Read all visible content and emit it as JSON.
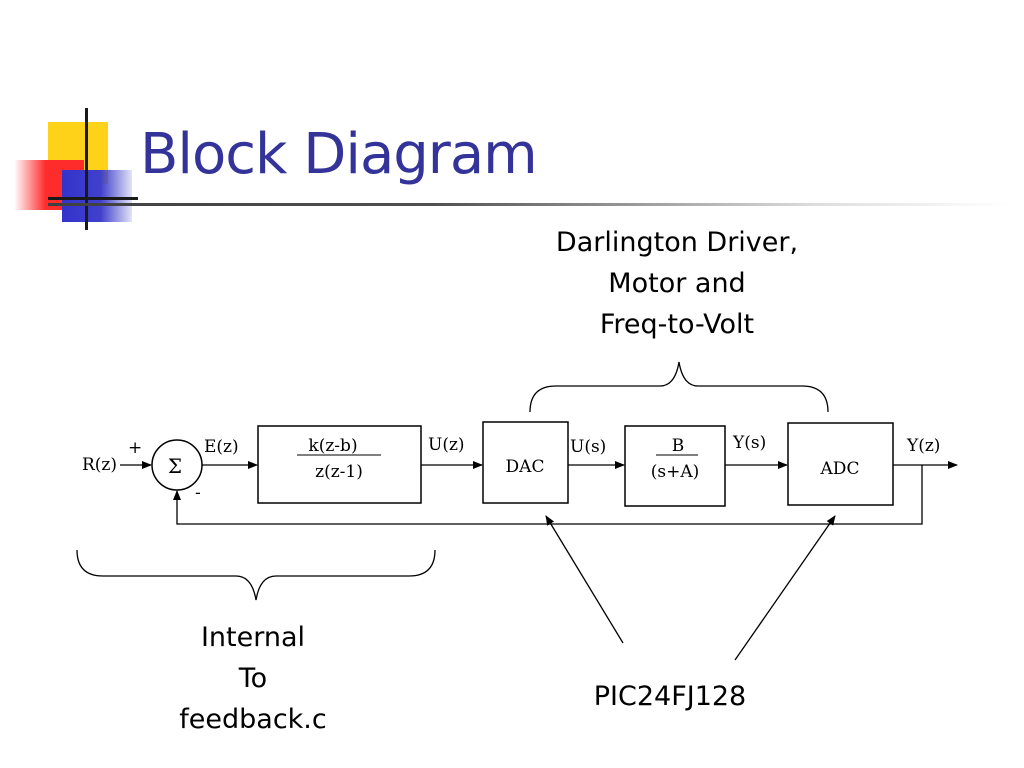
{
  "slide": {
    "title": "Block Diagram"
  },
  "blocks": {
    "summer_symbol": "Σ",
    "controller_num": "k(z-b)",
    "controller_den": "z(z-1)",
    "dac": "DAC",
    "plant_num": "B",
    "plant_den": "(s+A)",
    "adc": "ADC"
  },
  "signals": {
    "input": "R(z)",
    "plus": "+",
    "minus": "-",
    "error": "E(z)",
    "control_z": "U(z)",
    "control_s": "U(s)",
    "output_s": "Y(s)",
    "output_z": "Y(z)"
  },
  "annotations": {
    "top": [
      "Darlington Driver,",
      "Motor and",
      "Freq-to-Volt"
    ],
    "left": [
      "Internal",
      "To",
      "feedback.c"
    ],
    "bottom": "PIC24FJ128"
  }
}
